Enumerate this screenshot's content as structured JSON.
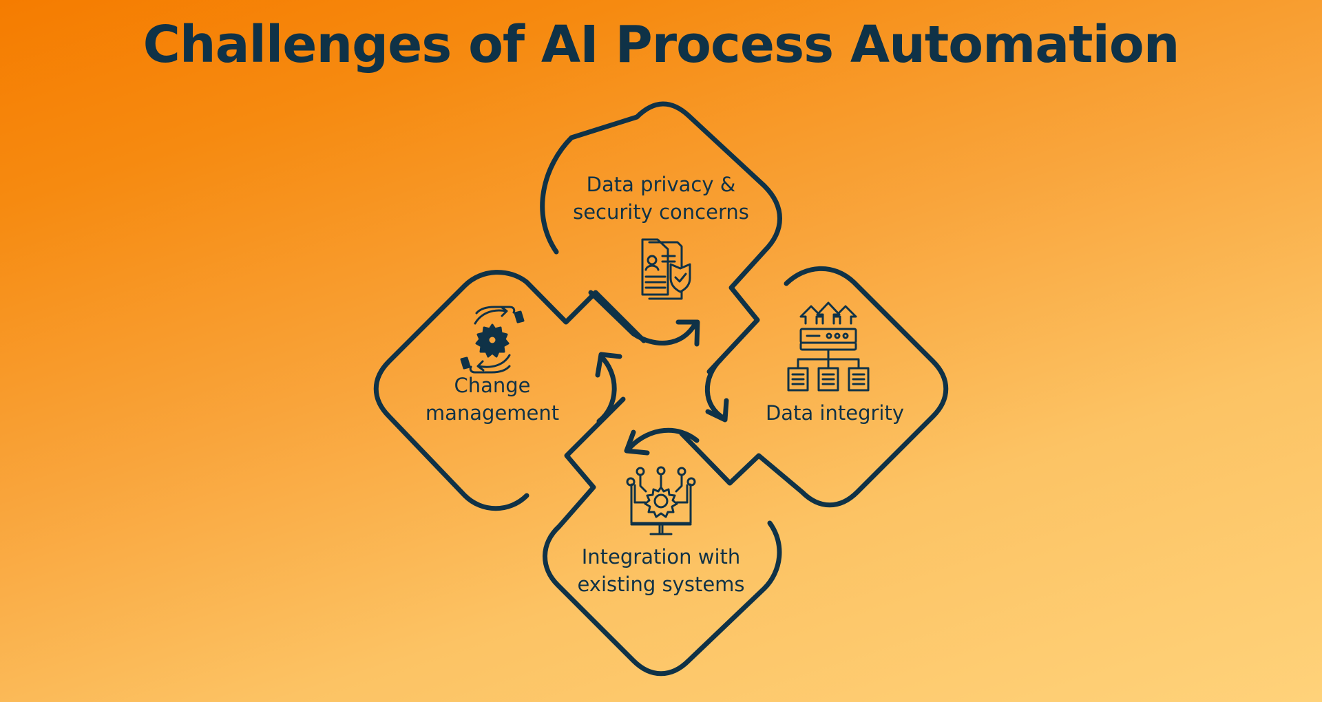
{
  "title": "Challenges of AI Process Automation",
  "colors": {
    "ink": "#0f3247",
    "background_top": "#f57c00",
    "background_bottom": "#ffd27a"
  },
  "challenges": [
    {
      "line1": "Data privacy &",
      "line2": "security concerns",
      "icon": "document-shield-icon"
    },
    {
      "line1": "Data integrity",
      "line2": "",
      "icon": "server-network-icon"
    },
    {
      "line1": "Integration with",
      "line2": "existing systems",
      "icon": "monitor-gear-icon"
    },
    {
      "line1": "Change",
      "line2": "management",
      "icon": "hands-gear-icon"
    }
  ]
}
